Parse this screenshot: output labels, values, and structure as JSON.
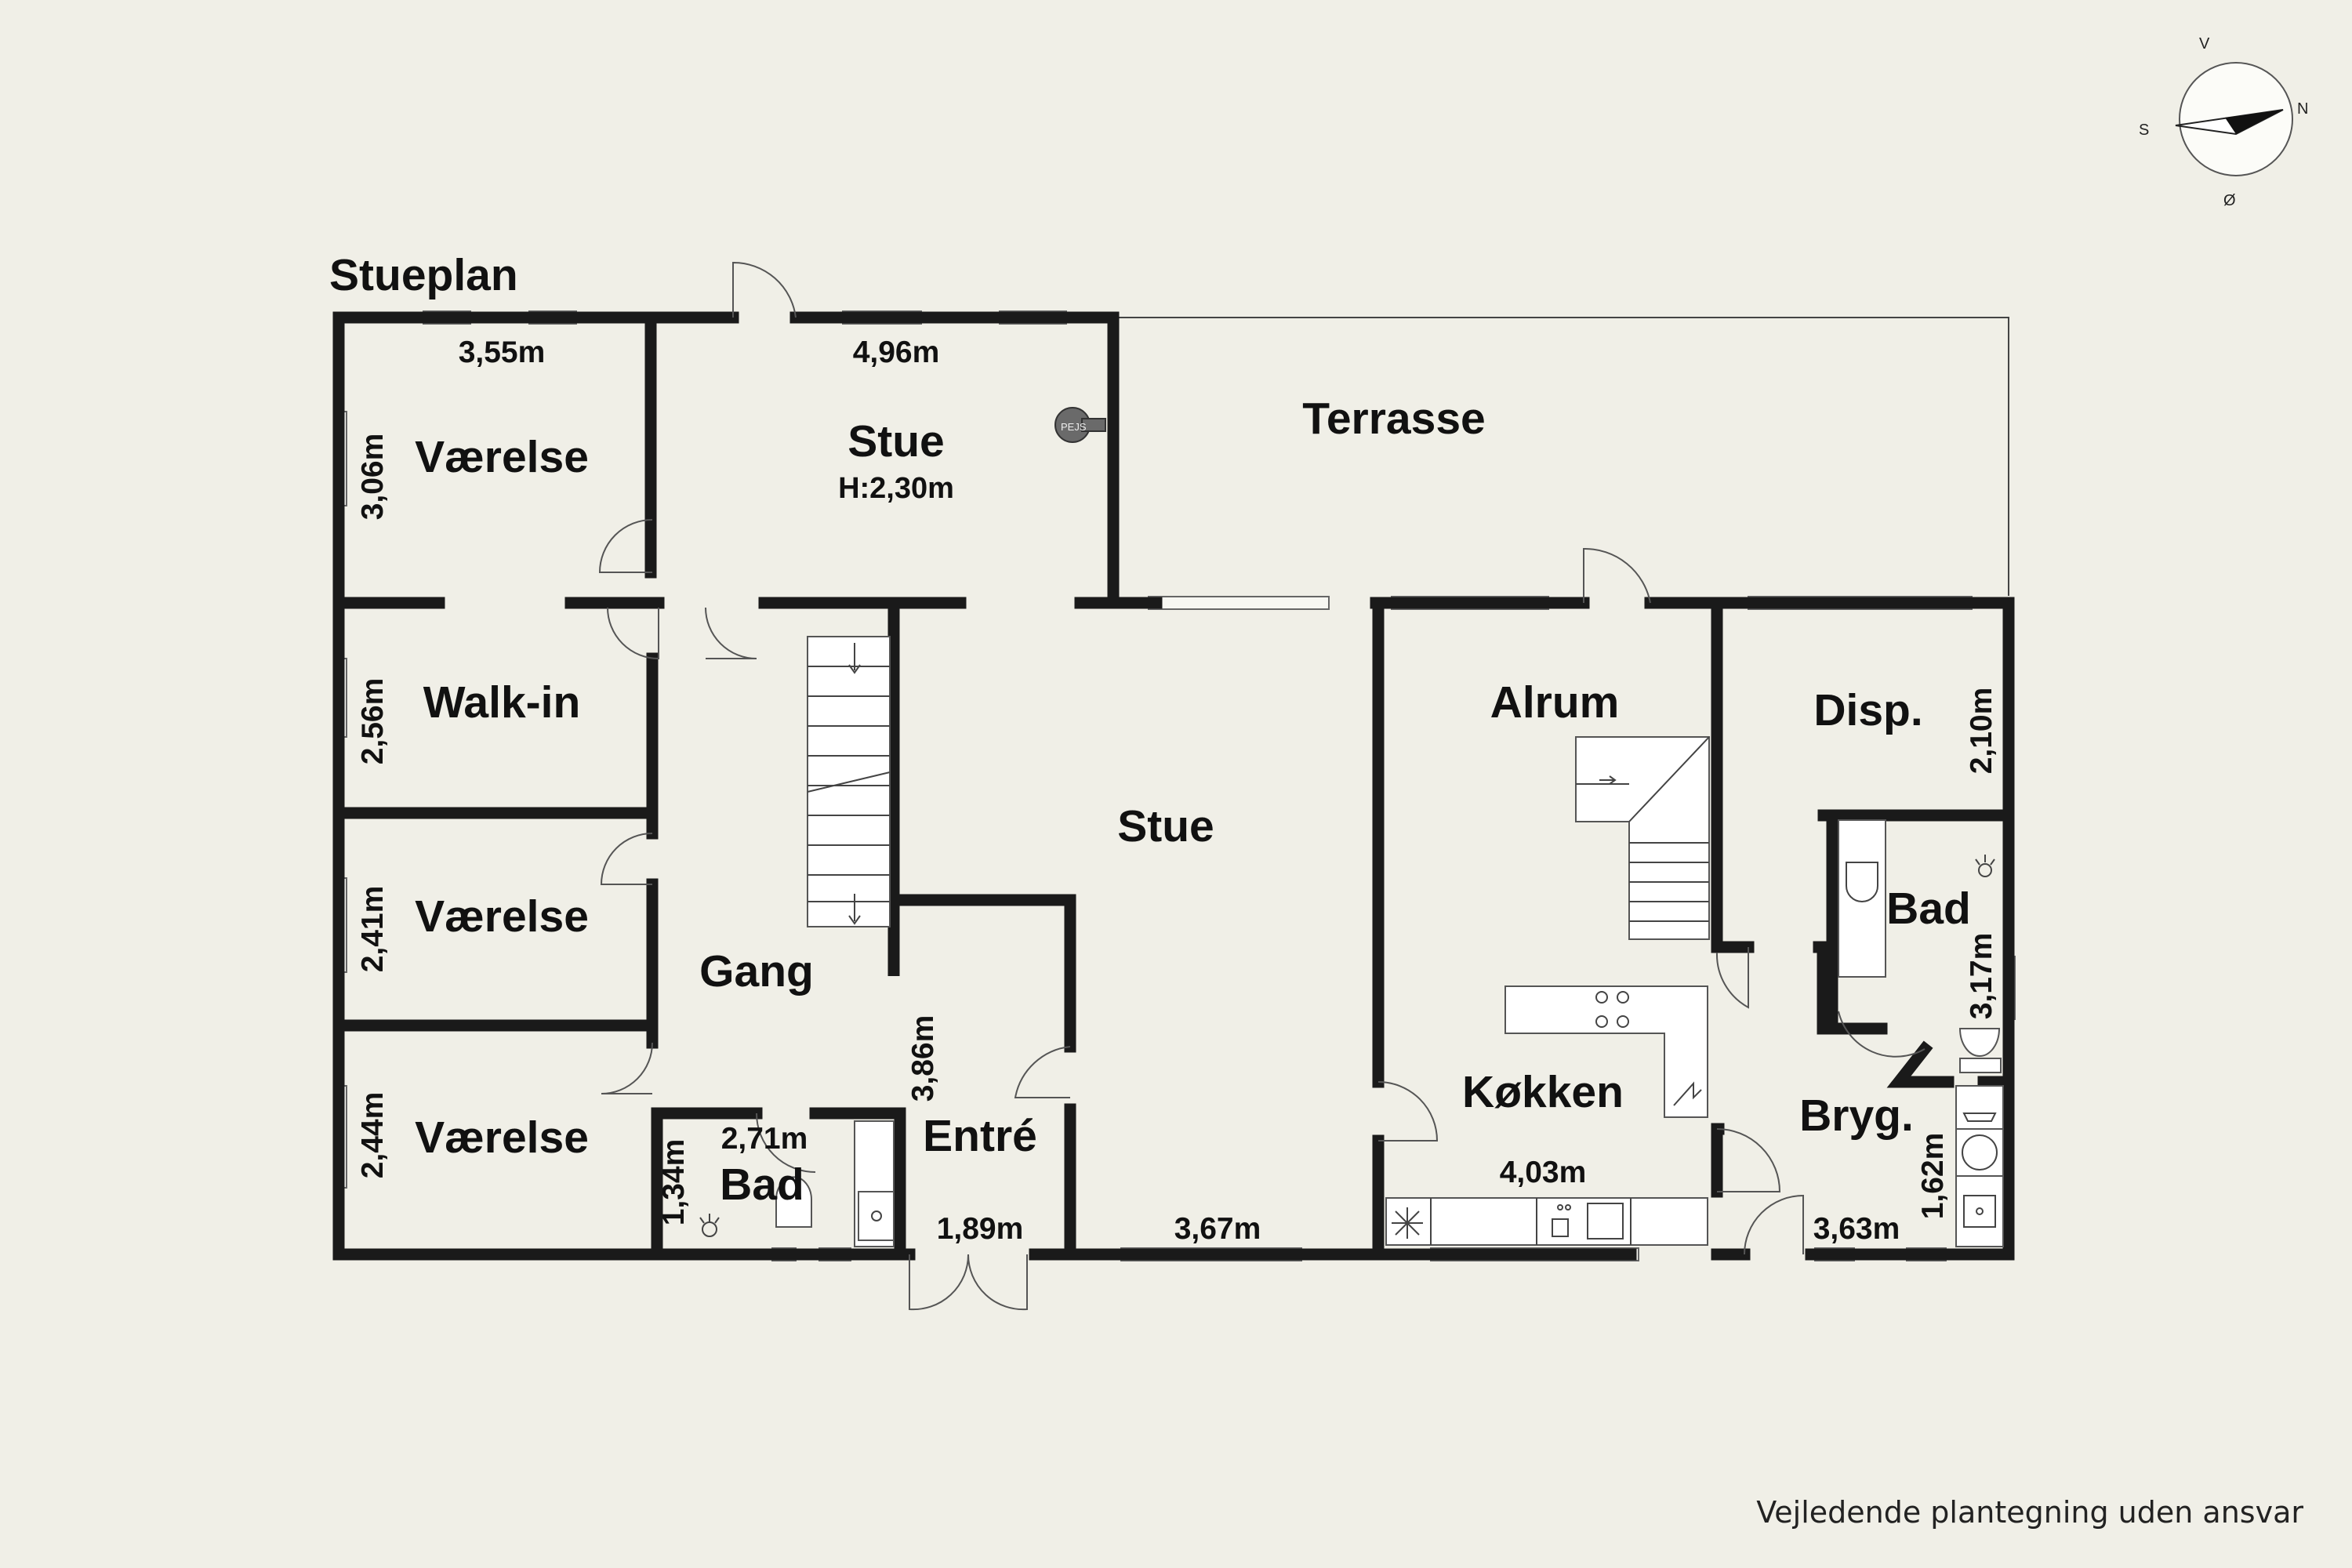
{
  "plan_title": "Stueplan",
  "disclaimer": "Vejledende plantegning uden ansvar",
  "compass": {
    "n": "N",
    "s": "S",
    "e": "Ø",
    "w": "V"
  },
  "fireplace_label": "PEJS",
  "rooms": {
    "vaerelse_1": "Værelse",
    "walkin": "Walk-in",
    "vaerelse_2": "Værelse",
    "vaerelse_3": "Værelse",
    "stue_upper": "Stue",
    "stue_upper_height": "H:2,30m",
    "terrasse": "Terrasse",
    "gang": "Gang",
    "bad_small": "Bad",
    "entre": "Entré",
    "stue_main": "Stue",
    "alrum": "Alrum",
    "kokken": "Køkken",
    "disp": "Disp.",
    "bad_right": "Bad",
    "bryg": "Bryg."
  },
  "dimensions": {
    "vaerelse_1_width": "3,55m",
    "vaerelse_1_height": "3,06m",
    "stue_upper_width": "4,96m",
    "walkin_height": "2,56m",
    "vaerelse_2_height": "2,41m",
    "vaerelse_3_height": "2,44m",
    "bad_small_width": "2,71m",
    "bad_small_height": "1,34m",
    "entre_height": "3,86m",
    "entre_width": "1,89m",
    "stue_main_width": "3,67m",
    "kokken_width": "4,03m",
    "disp_height": "2,10m",
    "bad_right_height": "3,17m",
    "bryg_height": "1,62m",
    "bryg_width": "3,63m"
  }
}
